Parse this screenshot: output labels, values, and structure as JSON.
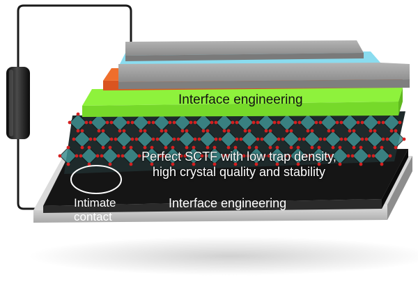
{
  "labels": {
    "top_interface": "Interface engineering",
    "sctf_line1": "Perfect SCTF with low trap density,",
    "sctf_line2": "high crystal quality and stability",
    "bottom_interface": "Interface engineering",
    "contact_line1": "Intimate",
    "contact_line2": "contact"
  },
  "colors": {
    "background": "#ffffff",
    "top_electrode": "#9a9a9a",
    "cyan_layer": "#7fd6ea",
    "orange_layer": "#e8612a",
    "green_layer": "#8ef23c",
    "perovskite_dark": "#1e2a2b",
    "octahedra_teal": "#3e8f90",
    "atom_red": "#d42020",
    "bottom_dark": "#151515",
    "substrate": "#c6c6c6",
    "wire": "#1a1a1a",
    "resistor": "#1f1f1f",
    "ellipse": "#ffffff"
  }
}
